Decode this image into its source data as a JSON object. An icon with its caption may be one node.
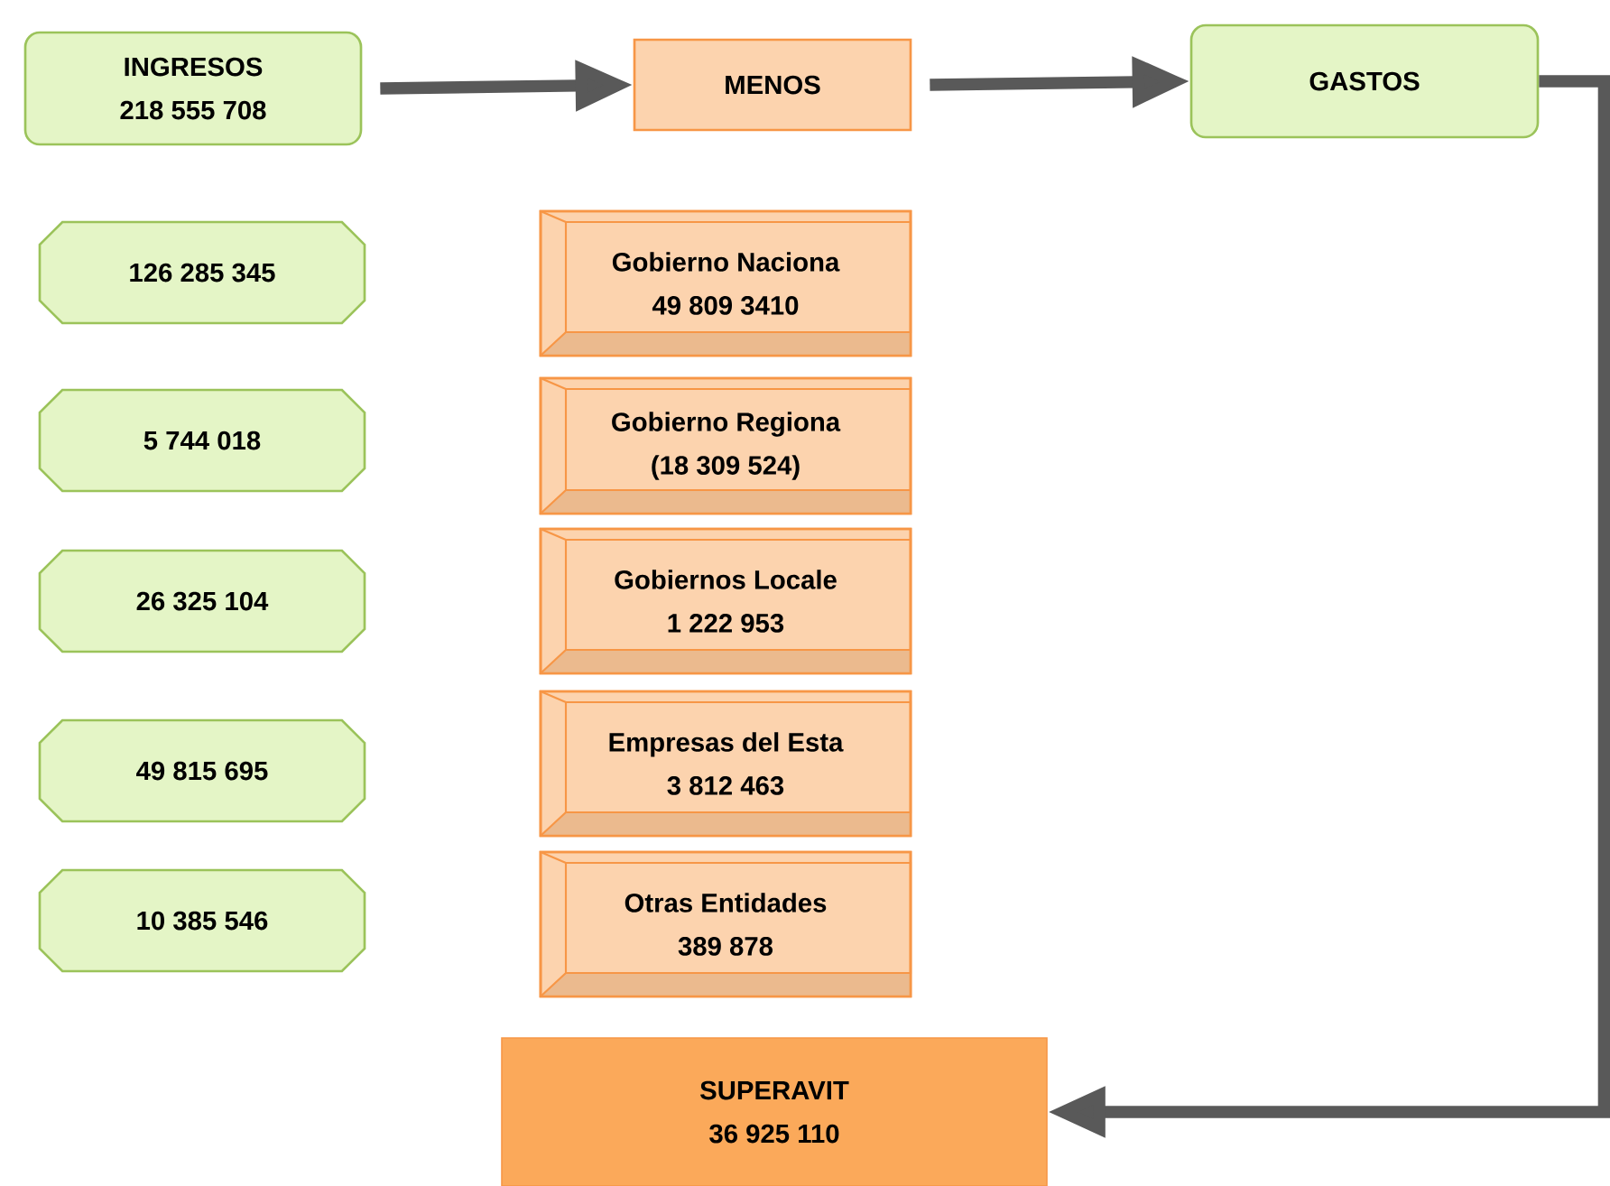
{
  "diagram": {
    "nodes": [
      {
        "text": [
          "INGRESOS",
          "218 555 708"
        ]
      },
      {
        "text": [
          "MENOS"
        ]
      },
      {
        "text": [
          "GASTOS"
        ]
      },
      {
        "text": [
          "126 285 345"
        ]
      },
      {
        "text": [
          "5 744 018"
        ]
      },
      {
        "text": [
          "26 325 104"
        ]
      },
      {
        "text": [
          "49 815 695"
        ]
      },
      {
        "text": [
          "10 385 546"
        ]
      },
      {
        "text": [
          "Gobierno Naciona",
          "49 809 3410"
        ]
      },
      {
        "text": [
          "Gobierno Regiona",
          "(18 309 524)"
        ]
      },
      {
        "text": [
          "Gobiernos Locale",
          "1 222 953"
        ]
      },
      {
        "text": [
          "Empresas del Esta",
          "3 812 463"
        ]
      },
      {
        "text": [
          "Otras Entidades",
          "389 878"
        ]
      },
      {
        "text": [
          "SUPERAVIT",
          "36 925 110"
        ]
      }
    ],
    "edges": [
      {
        "from": 0,
        "to": 1,
        "arrow": "to"
      },
      {
        "from": 1,
        "to": 2,
        "arrow": "to"
      },
      {
        "from": 2,
        "to": 13,
        "arrow": "to"
      }
    ]
  }
}
